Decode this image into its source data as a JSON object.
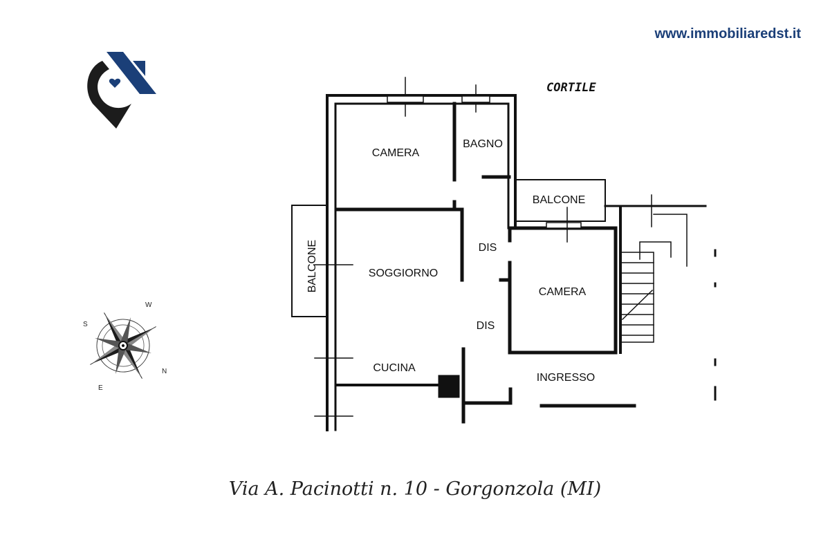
{
  "header": {
    "website": "www.immobiliaredst.it"
  },
  "brand": {
    "accent": "#1b3f78",
    "dark": "#1c1c1c"
  },
  "plan": {
    "courtyard_label": "CORTILE",
    "rooms": {
      "camera_1": "CAMERA",
      "bagno": "BAGNO",
      "balcone_right": "BALCONE",
      "balcone_left": "BALCONE",
      "dis_1": "DIS",
      "soggiorno": "SOGGIORNO",
      "camera_2": "CAMERA",
      "dis_2": "DIS",
      "cucina": "CUCINA",
      "ingresso": "INGRESSO"
    }
  },
  "compass": {
    "n": "N",
    "s": "S",
    "e": "E",
    "w": "W"
  },
  "caption": "Via A. Pacinotti n. 10 - Gorgonzola (MI)"
}
